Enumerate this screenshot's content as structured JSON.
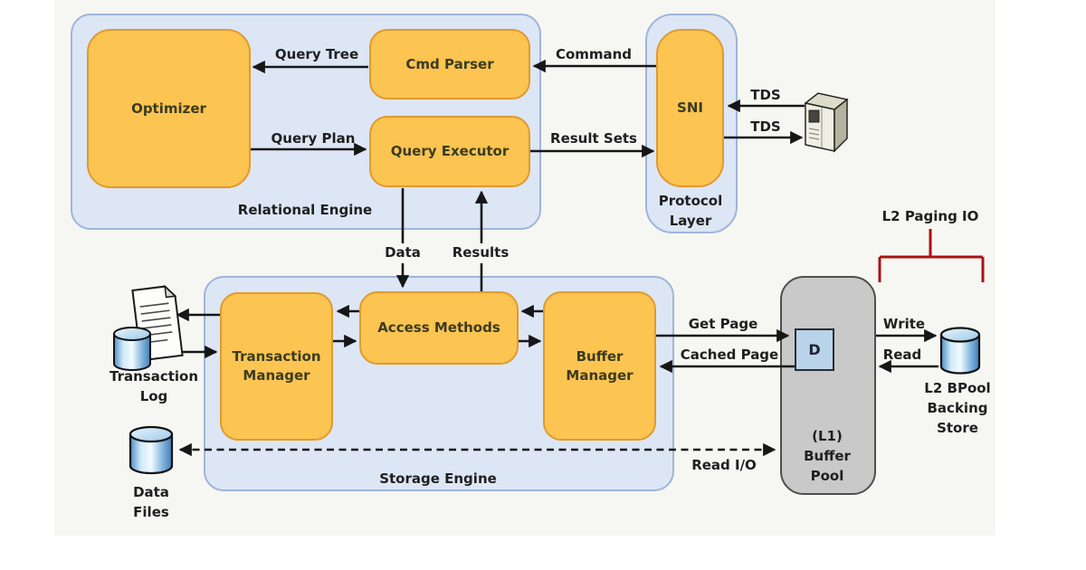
{
  "colors": {
    "canvas_bg": "#f6f6f3",
    "container_fill": "#dce6f5",
    "container_border": "#9fb5d8",
    "box_fill": "#fcc451",
    "box_border": "#e09a2f",
    "pool_fill": "#c9c9c9",
    "pool_border": "#4f4f4f",
    "d_fill": "#b9d3ea",
    "arrow": "#161616",
    "bracket": "#aa1313",
    "box_text": "#3b3b22",
    "flow_text": "#1f1f1f"
  },
  "containers": {
    "relational_engine": "Relational Engine",
    "protocol_layer": "Protocol Layer",
    "storage_engine": "Storage Engine",
    "buffer_pool": "(L1) Buffer Pool"
  },
  "boxes": {
    "optimizer": "Optimizer",
    "cmd_parser": "Cmd Parser",
    "query_executor": "Query Executor",
    "sni": "SNI",
    "transaction_manager": "Transaction Manager",
    "access_methods": "Access Methods",
    "buffer_manager": "Buffer Manager",
    "d": "D"
  },
  "externals": {
    "transaction_log": "Transaction Log",
    "data_files": "Data Files",
    "l2_bpool_backing_store": "L2 BPool Backing Store",
    "l2_paging_io": "L2 Paging IO"
  },
  "flows": {
    "query_tree": "Query Tree",
    "query_plan": "Query Plan",
    "command": "Command",
    "result_sets": "Result Sets",
    "tds_upper": "TDS",
    "tds_lower": "TDS",
    "data": "Data",
    "results": "Results",
    "get_page": "Get Page",
    "cached_page": "Cached Page",
    "write": "Write",
    "read": "Read",
    "read_io": "Read I/O"
  }
}
